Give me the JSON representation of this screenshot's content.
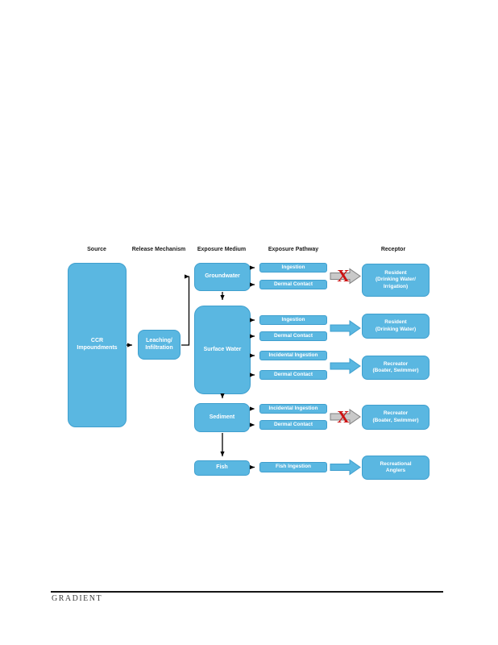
{
  "colors": {
    "box_fill": "#5ab7e1",
    "box_border": "#3f9fce",
    "box_text": "#ffffff",
    "header_text": "#1a1a1a",
    "connector": "#000000",
    "open_arrow_fill": "#5ab7e1",
    "open_arrow_border": "#3f9fce",
    "blocked_arrow_fill": "#c9c9c9",
    "blocked_arrow_border": "#7f7f7f",
    "blocked_x_color": "#cc1111"
  },
  "headers": {
    "source": "Source",
    "release_mechanism": "Release Mechanism",
    "exposure_medium": "Exposure Medium",
    "exposure_pathway": "Exposure Pathway",
    "receptor": "Receptor"
  },
  "source": {
    "label": "CCR\nImpoundments"
  },
  "release_mechanism": {
    "label": "Leaching/\nInfiltration"
  },
  "exposure_media": {
    "groundwater": "Groundwater",
    "surface_water": "Surface Water",
    "sediment": "Sediment",
    "fish": "Fish"
  },
  "exposure_pathways": {
    "gw_ingestion": "Ingestion",
    "gw_dermal": "Dermal Contact",
    "sw_ingestion": "Ingestion",
    "sw_dermal": "Dermal Contact",
    "sw_incidental": "Incidental Ingestion",
    "sw_dermal2": "Dermal Contact",
    "sed_incidental": "Incidental Ingestion",
    "sed_dermal": "Dermal Contact",
    "fish_ingestion": "Fish Ingestion"
  },
  "receptors": {
    "resident_irrigation": "Resident\n(Drinking Water/\nIrrigation)",
    "resident_drinking": "Resident\n(Drinking Water)",
    "recreator_surface_water": "Recreator\n(Boater, Swimmer)",
    "recreator_sediment": "Recreator\n(Boater, Swimmer)",
    "recreational_anglers": "Recreational\nAnglers"
  },
  "blocked_marker": "X",
  "footer": {
    "logo": "GRADIENT"
  }
}
